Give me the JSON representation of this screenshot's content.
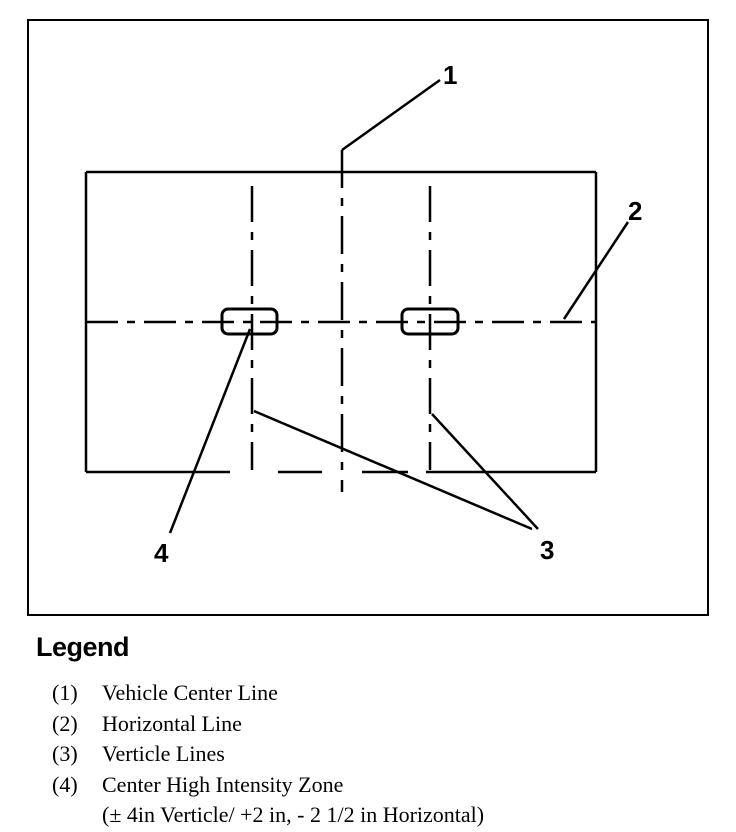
{
  "diagram": {
    "callouts": {
      "c1": "1",
      "c2": "2",
      "c3": "3",
      "c4": "4"
    }
  },
  "legend": {
    "title": "Legend",
    "items": [
      {
        "number": "(1)",
        "text": "Vehicle Center Line"
      },
      {
        "number": "(2)",
        "text": "Horizontal Line"
      },
      {
        "number": "(3)",
        "text": "Verticle Lines"
      },
      {
        "number": "(4)",
        "text": "Center High Intensity Zone"
      }
    ],
    "item4_detail": "(± 4in Verticle/ +2 in, - 2 1/2 in Horizontal)"
  }
}
